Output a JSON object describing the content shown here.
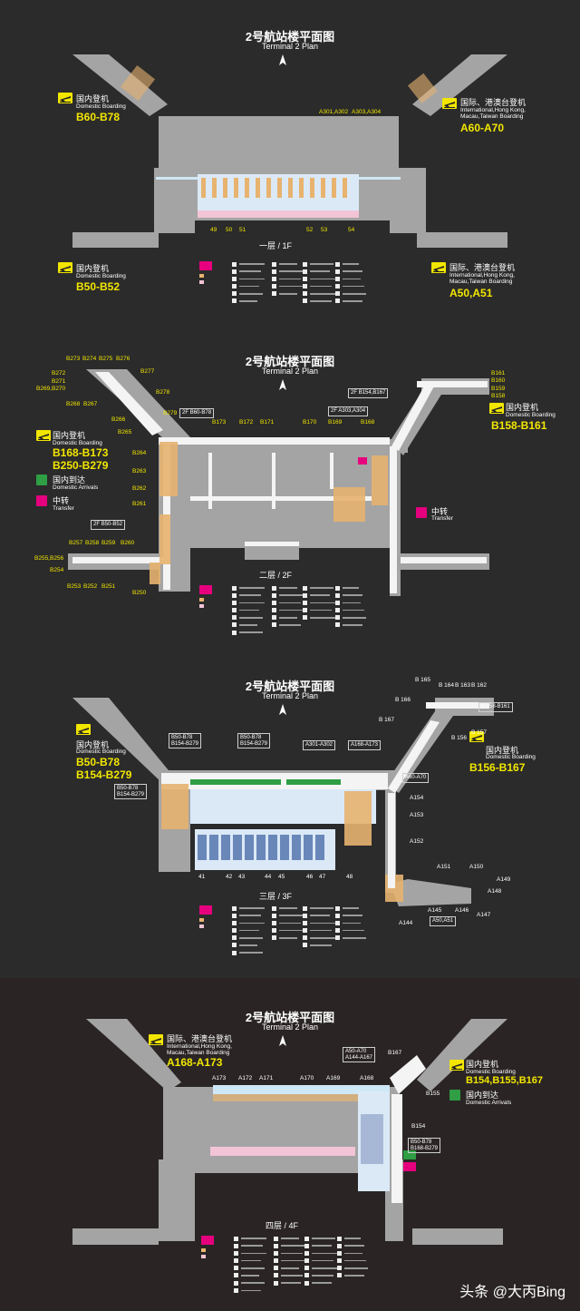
{
  "panels": [
    {
      "title_cn": "2号航站楼平面图",
      "title_en": "Terminal 2 Plan",
      "compass": "N",
      "floor": "一层 / 1F",
      "sections": {
        "dom_upper": {
          "cn": "国内登机",
          "en": "Domestic Boarding",
          "range": "B60-B78"
        },
        "intl_upper": {
          "cn": "国际、港澳台登机",
          "en1": "International,Hong Kong,",
          "en2": "Macau,Taiwan Boarding",
          "range": "A60-A70"
        },
        "dom_lower": {
          "cn": "国内登机",
          "en": "Domestic Boarding",
          "range": "B50-B52"
        },
        "intl_lower": {
          "cn": "国际、港澳台登机",
          "en1": "International,Hong Kong,",
          "en2": "Macau,Taiwan Boarding",
          "range": "A50,A51"
        }
      },
      "gates": [
        "A301,A302",
        "A303,A304",
        "49",
        "50",
        "51",
        "52",
        "53",
        "54"
      ]
    },
    {
      "title_cn": "2号航站楼平面图",
      "title_en": "Terminal 2 Plan",
      "compass": "N",
      "floor": "二层 / 2F",
      "sections": {
        "dom_left": {
          "cn": "国内登机",
          "en": "Domestic Boarding",
          "range1": "B168-B173",
          "range2": "B250-B279"
        },
        "arr_left": {
          "cn": "国内到达",
          "en": "Domestic Arrivals"
        },
        "trans_left": {
          "cn": "中转",
          "en": "Transfer"
        },
        "dom_right": {
          "cn": "国内登机",
          "en": "Domestic Boarding",
          "range": "B158-B161"
        },
        "trans_right": {
          "cn": "中转",
          "en": "Transfer"
        }
      },
      "callouts": [
        "B60-B78",
        "B50-B52",
        "A303,A304",
        "B154,B167"
      ],
      "callout_tags": [
        "2F",
        "2F",
        "2F",
        "2F"
      ],
      "gates": [
        "B273",
        "B274",
        "B275",
        "B276",
        "B277",
        "B272",
        "B271",
        "B269,B270",
        "B268",
        "B267",
        "B278",
        "B266",
        "B265",
        "B279",
        "B173",
        "B172",
        "B171",
        "B170",
        "B169",
        "B168",
        "B264",
        "B263",
        "B262",
        "B261",
        "B257",
        "B258",
        "B259",
        "B260",
        "B255,B256",
        "B254",
        "B253",
        "B252",
        "B251",
        "B250",
        "B161",
        "B160",
        "B159",
        "B158"
      ]
    },
    {
      "title_cn": "2号航站楼平面图",
      "title_en": "Terminal 2 Plan",
      "compass": "N",
      "floor": "三层 / 3F",
      "sections": {
        "dom_left": {
          "cn": "国内登机",
          "en": "Domestic Boarding",
          "range1": "B50-B78",
          "range2": "B154-B279"
        },
        "dom_right": {
          "cn": "国内登机",
          "en": "Domestic Boarding",
          "range": "B156-B167"
        }
      },
      "callouts": [
        "B50-B78\nB154-B279",
        "B50-B78\nB154-B279",
        "A301-A302",
        "A168-A173",
        "B50-B78\nB154-B279",
        "A60-A70",
        "A50,A51",
        "B 158-B161"
      ],
      "gates": [
        "B 165",
        "B 164",
        "B 163",
        "B 162",
        "B 166",
        "B 167",
        "B 157",
        "B 156",
        "A154",
        "A153",
        "A152",
        "A151",
        "A150",
        "A149",
        "A148",
        "A147",
        "A146",
        "A145",
        "A144",
        "41",
        "42",
        "43",
        "44",
        "45",
        "46",
        "47",
        "48"
      ]
    },
    {
      "title_cn": "2号航站楼平面图",
      "title_en": "Terminal 2 Plan",
      "compass": "N",
      "floor": "四层 / 4F",
      "sections": {
        "intl": {
          "cn": "国际、港澳台登机",
          "en1": "International,Hong Kong,",
          "en2": "Macau,Taiwan Boarding",
          "range": "A168-A173"
        },
        "dom": {
          "cn": "国内登机",
          "en": "Domestic Boarding",
          "range": "B154,B155,B167"
        },
        "arr": {
          "cn": "国内到达",
          "en": "Domestic Arrivals"
        }
      },
      "callouts": [
        "A50-A70\nA144-A167",
        "B50-B78\nB168-B279"
      ],
      "gates": [
        "A173",
        "A172",
        "A171",
        "A170",
        "A169",
        "A168",
        "B167",
        "B155",
        "B154"
      ]
    }
  ],
  "watermark": "头条 @大丙Bing",
  "colors": {
    "bg": "#2b2b2b",
    "bg_last": "#2a2524",
    "building": "#a4a4a4",
    "yellow": "#f2e600",
    "pink": "#e6007e",
    "green": "#2f9e44",
    "orange": "#e9b070",
    "cyan": "#cfe8f6"
  }
}
